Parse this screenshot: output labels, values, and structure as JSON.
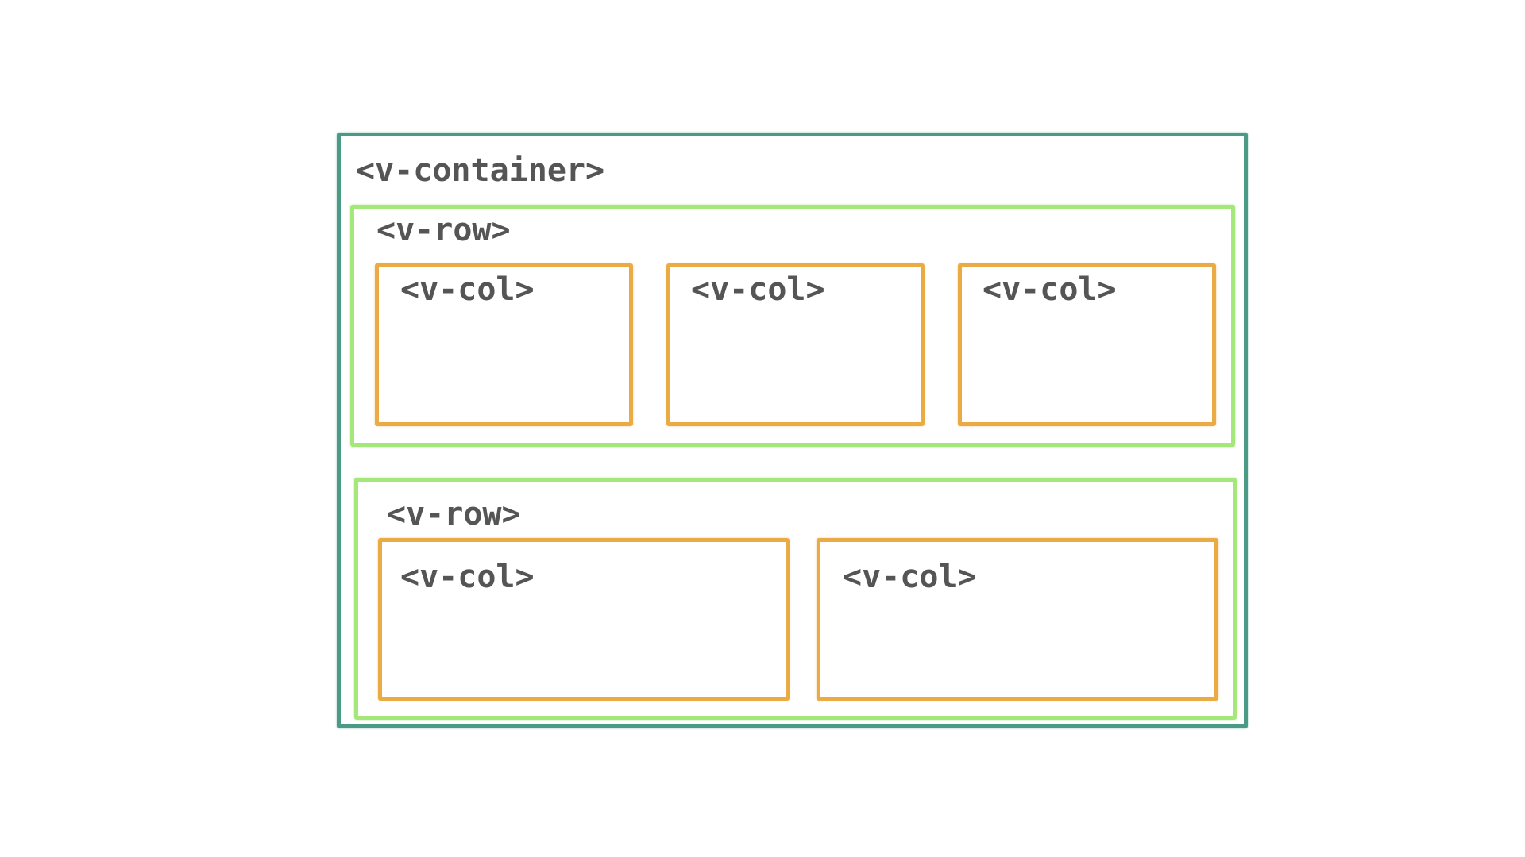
{
  "diagram": {
    "container": {
      "label": "<v-container>",
      "border_color": "#4a9a86"
    },
    "rows": [
      {
        "label": "<v-row>",
        "border_color": "#a3e878",
        "cols": [
          {
            "label": "<v-col>"
          },
          {
            "label": "<v-col>"
          },
          {
            "label": "<v-col>"
          }
        ]
      },
      {
        "label": "<v-row>",
        "border_color": "#a3e878",
        "cols": [
          {
            "label": "<v-col>"
          },
          {
            "label": "<v-col>"
          }
        ]
      }
    ],
    "col_border_color": "#eaab44",
    "text_color": "#555555"
  }
}
